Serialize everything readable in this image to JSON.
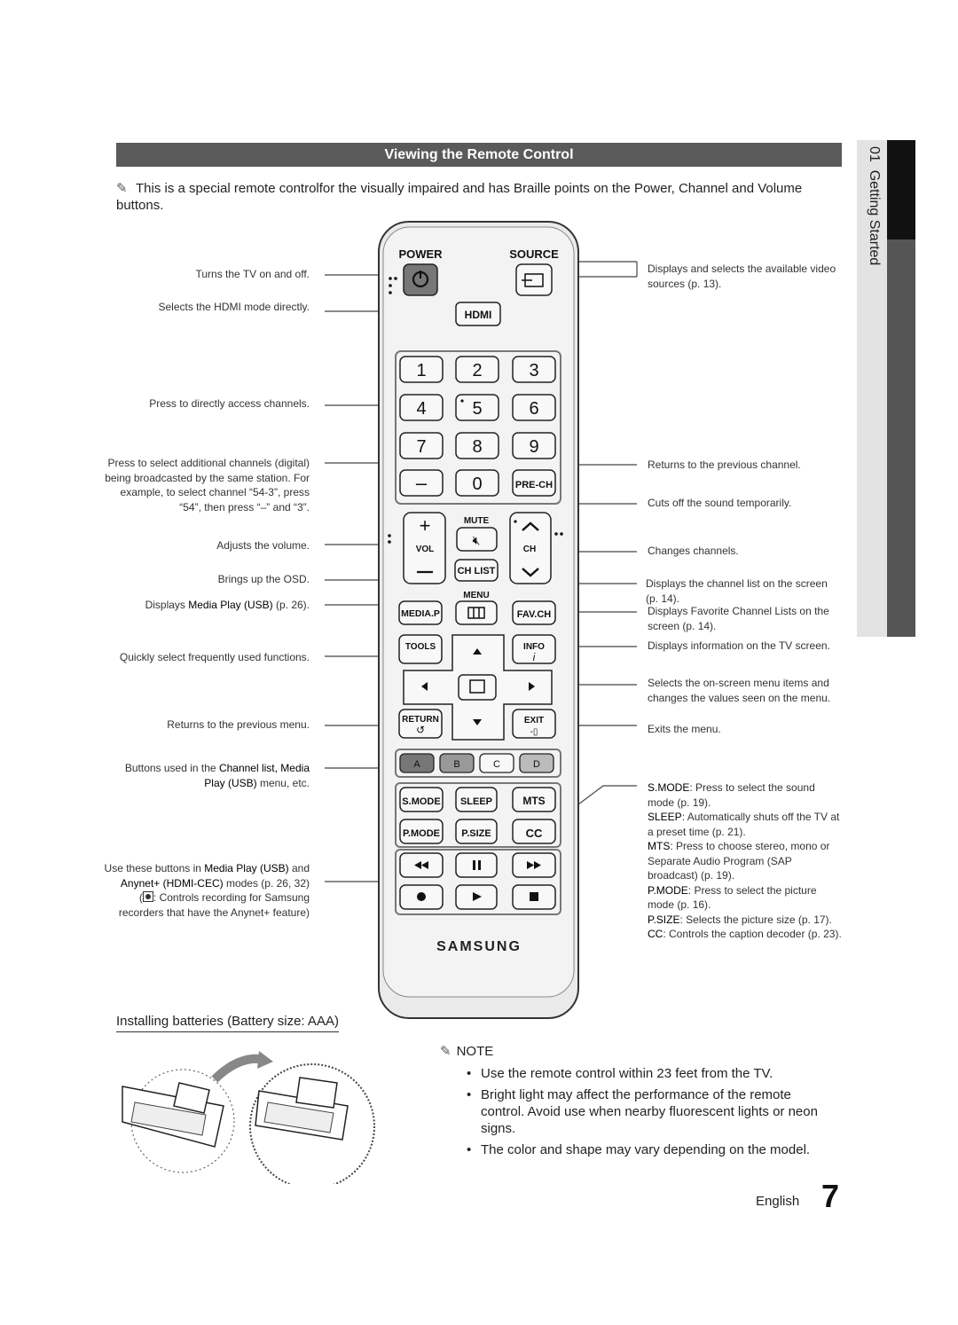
{
  "section_title": "Viewing the Remote Control",
  "intro_text": "This is a special remote controlfor the visually impaired and has Braille points on the Power, Channel and Volume buttons.",
  "side_tab": {
    "chapter": "01",
    "label": "Getting Started"
  },
  "left_labels": {
    "power": "Turns the TV on and off.",
    "hdmi": "Selects the HDMI mode directly.",
    "numbers": "Press to directly access channels.",
    "dash": "Press to select additional channels (digital) being broadcasted by the same station. For example, to select channel “54-3”, press “54”, then press “–” and “3”.",
    "volume": "Adjusts the volume.",
    "menu": "Brings up the OSD.",
    "media_pre": "Displays ",
    "media_bold": "Media Play (USB)",
    "media_post": " (p. 26).",
    "tools": "Quickly select frequently used functions.",
    "return": "Returns to the previous menu.",
    "abcd_pre": "Buttons used in the ",
    "abcd_bold1": "Channel list, Media Play (USB)",
    "abcd_post": " menu, etc.",
    "playback_pre": "Use these buttons in ",
    "playback_bold1": "Media Play (USB)",
    "playback_mid": " and ",
    "playback_bold2": "Anynet+ (HDMI-CEC)",
    "playback_post": " modes (p. 26, 32)",
    "record_note": ": Controls recording for Samsung recorders that have the Anynet+ feature)"
  },
  "right_labels": {
    "source": "Displays and selects the available video sources (p. 13).",
    "prech": "Returns to the previous channel.",
    "mute": "Cuts off the sound temporarily.",
    "channel": "Changes channels.",
    "chlist": "Displays the channel list on the screen (p. 14).",
    "favch": "Displays Favorite Channel Lists on the screen (p. 14).",
    "info": "Displays information on the TV screen.",
    "arrows": "Selects the on-screen menu items and changes the values seen on the menu.",
    "exit": "Exits the menu.",
    "smode_key": "S.MODE",
    "smode_desc": ": Press to select the sound mode (p. 19).",
    "sleep_key": "SLEEP",
    "sleep_desc": ": Automatically shuts off the TV at a preset time (p. 21).",
    "mts_key": "MTS",
    "mts_desc": ": Press to choose stereo, mono or Separate Audio Program (SAP broadcast) (p. 19).",
    "pmode_key": "P.MODE",
    "pmode_desc": ": Press to select the picture mode (p. 16).",
    "psize_key": "P.SIZE",
    "psize_desc": ": Selects the picture size (p. 17).",
    "cc_key": "CC",
    "cc_desc": ": Controls the caption decoder (p. 23)."
  },
  "remote": {
    "power": "POWER",
    "source": "SOURCE",
    "hdmi": "HDMI",
    "digits": [
      "1",
      "2",
      "3",
      "4",
      "5",
      "6",
      "7",
      "8",
      "9",
      "0"
    ],
    "dash": "–",
    "prech": "PRE-CH",
    "mute": "MUTE",
    "vol": "VOL",
    "ch": "CH",
    "chlist": "CH LIST",
    "menu": "MENU",
    "mediap": "MEDIA.P",
    "favch": "FAV.CH",
    "tools": "TOOLS",
    "info": "INFO",
    "return": "RETURN",
    "exit": "EXIT",
    "colors": [
      "A",
      "B",
      "C",
      "D"
    ],
    "smode": "S.MODE",
    "sleep": "SLEEP",
    "mts": "MTS",
    "pmode": "P.MODE",
    "psize": "P.SIZE",
    "cc": "CC",
    "brand": "SAMSUNG"
  },
  "battery_heading": "Installing batteries (Battery size: AAA)",
  "note_heading": "NOTE",
  "notes": [
    "Use the remote control within 23 feet from the TV.",
    "Bright light may affect the performance of the remote control. Avoid use when nearby fluorescent lights or neon signs.",
    "The color and shape may vary depending on the model."
  ],
  "footer": {
    "language": "English",
    "page_number": "7"
  }
}
